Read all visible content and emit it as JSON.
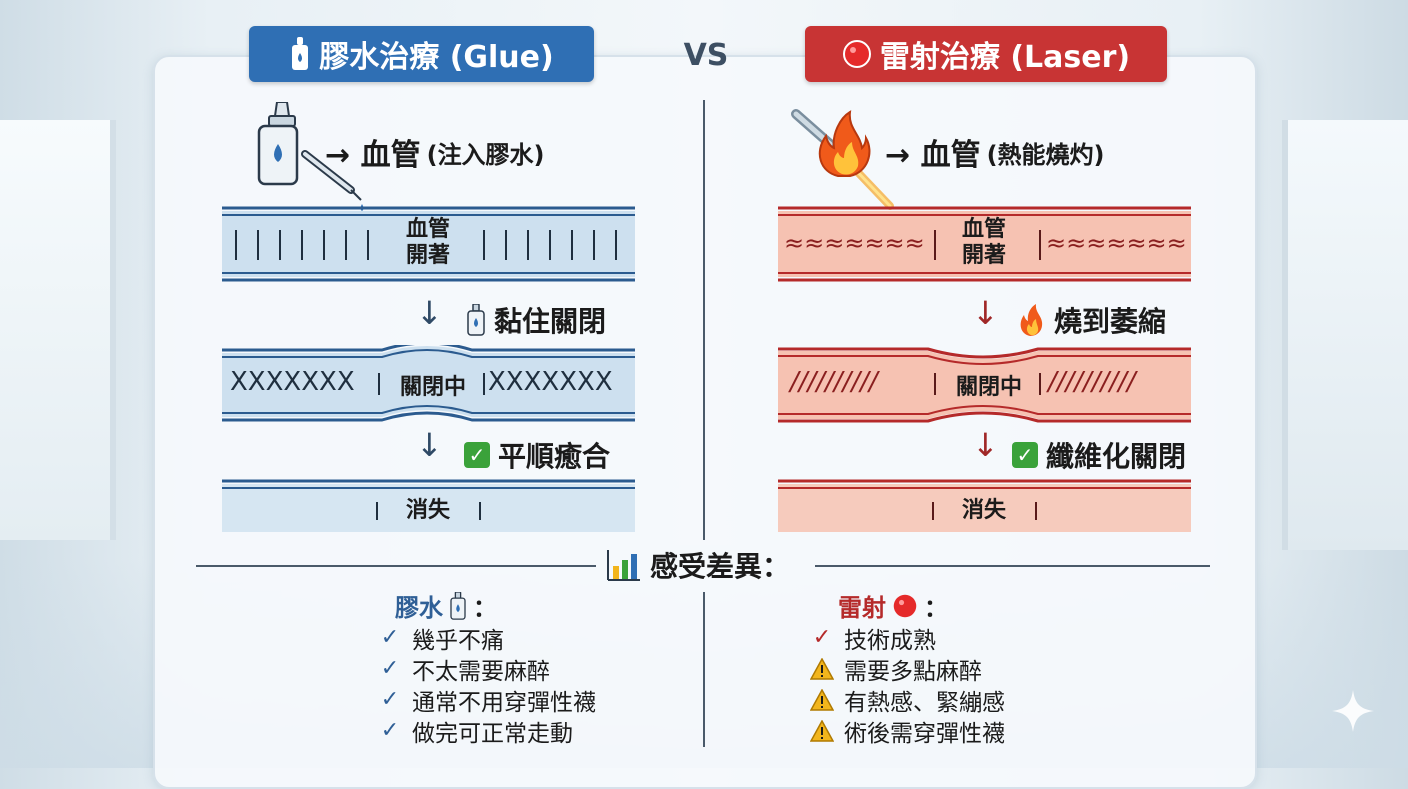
{
  "header": {
    "glue_title": "膠水治療 (Glue)",
    "vs": "VS",
    "laser_title": "雷射治療 (Laser)"
  },
  "glue": {
    "intro": "→ 血管",
    "intro_sub": "(注入膠水)",
    "vessel_open_label": [
      "血管",
      "開著"
    ],
    "step1": "黏住關閉",
    "vessel_closing_label": "關閉中",
    "vessel_closing_pattern": "XXXXXXX",
    "step2": "平順癒合",
    "vessel_gone_label": "消失"
  },
  "laser": {
    "intro": "→ 血管",
    "intro_sub": "(熱能燒灼)",
    "vessel_open_label": [
      "血管",
      "開著"
    ],
    "vessel_open_pattern": "≈≈≈≈≈≈≈",
    "step1": "燒到萎縮",
    "vessel_closing_label": "關閉中",
    "vessel_closing_pattern": "//////////",
    "step2": "纖維化關閉",
    "vessel_gone_label": "消失"
  },
  "sense": {
    "title": "感受差異："
  },
  "glue_list": {
    "title": "膠水",
    "colon": "：",
    "items": [
      "幾乎不痛",
      "不太需要麻醉",
      "通常不用穿彈性襪",
      "做完可正常走動"
    ]
  },
  "laser_list": {
    "title": "雷射",
    "colon": "：",
    "items": [
      "技術成熟",
      "需要多點麻醉",
      "有熱感、緊繃感",
      "術後需穿彈性襪"
    ],
    "item_markers": [
      "check",
      "warning",
      "warning",
      "warning"
    ]
  },
  "colors": {
    "glue_accent": "#2f6fb4",
    "laser_accent": "#c83434",
    "check_green": "#3aa23a",
    "warning_yellow": "#f2b51c"
  }
}
